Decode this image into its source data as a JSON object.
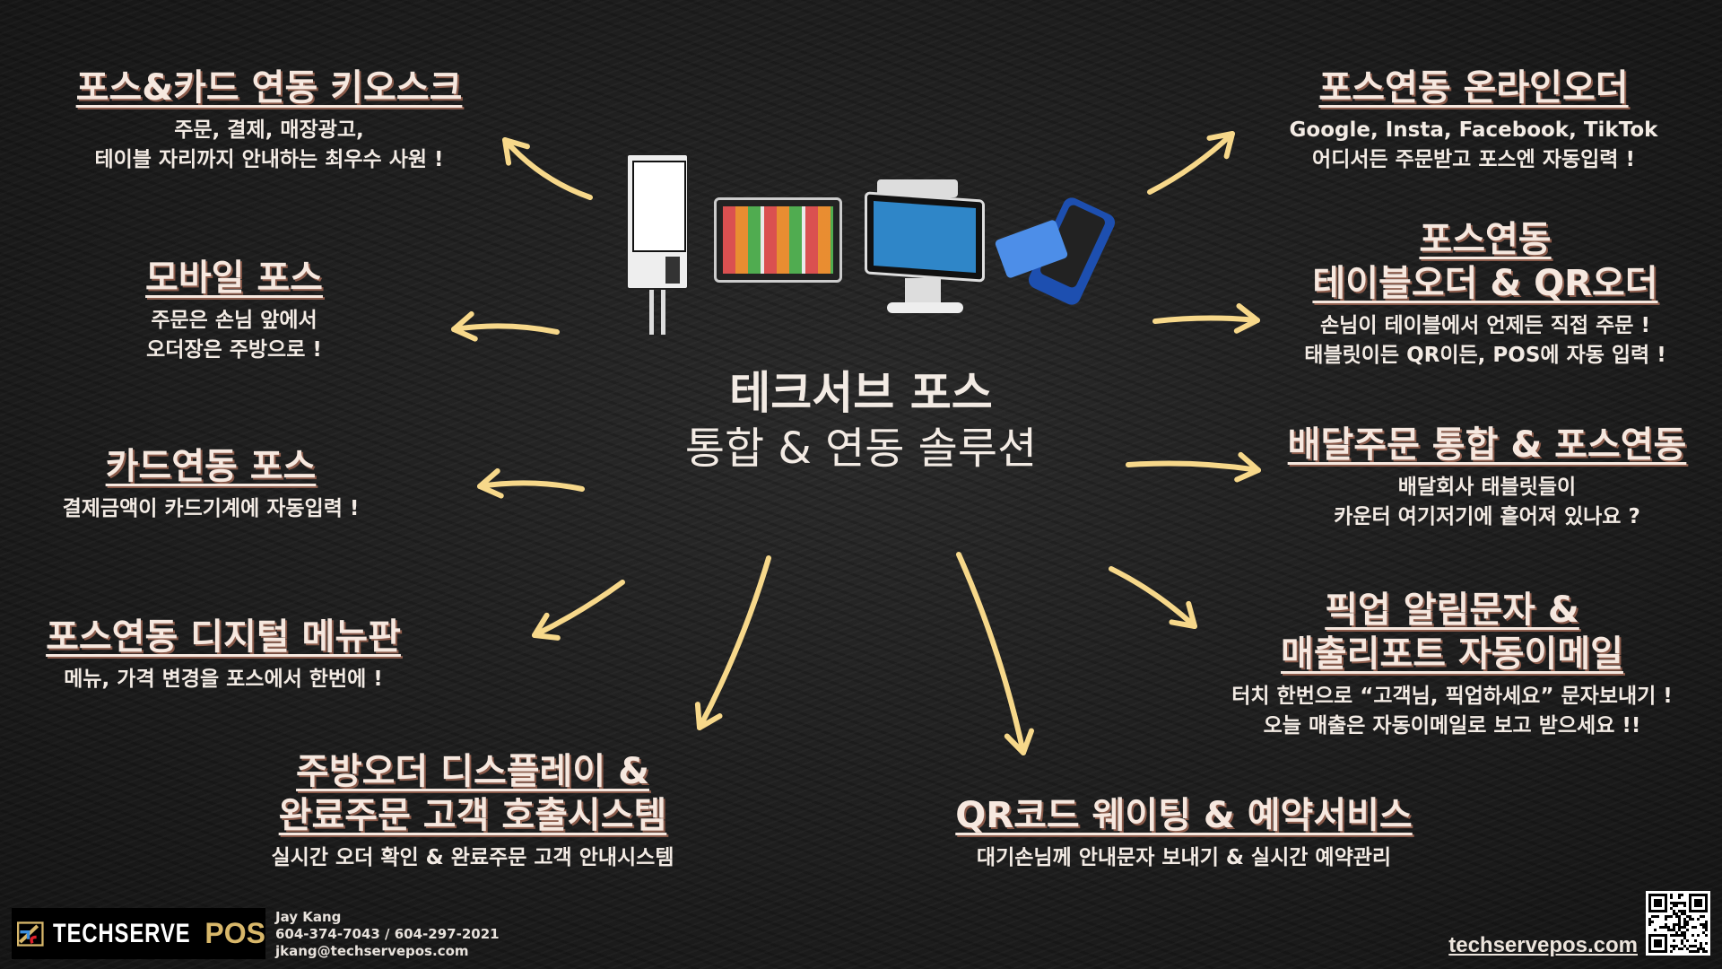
{
  "center": {
    "title": "테크서브 포스",
    "subtitle": "통합 & 연동 솔루션"
  },
  "features": {
    "kiosk": {
      "title": "포스&카드 연동 키오스크",
      "lines": [
        "주문, 결제, 매장광고,",
        "테이블 자리까지 안내하는 최우수 사원 !"
      ]
    },
    "mobile": {
      "title": "모바일 포스",
      "lines": [
        "주문은 손님 앞에서",
        "오더장은 주방으로 !"
      ]
    },
    "card": {
      "title": "카드연동 포스",
      "lines": [
        "결제금액이 카드기계에 자동입력 !"
      ]
    },
    "menu": {
      "title": "포스연동 디지털 메뉴판",
      "lines": [
        "메뉴, 가격 변경을 포스에서 한번에 !"
      ]
    },
    "kitchen": {
      "title1": "주방오더 디스플레이 &",
      "title2": "완료주문 고객 호출시스템",
      "lines": [
        "실시간 오더 확인 & 완료주문 고객 안내시스템"
      ]
    },
    "waiting": {
      "title": "QR코드 웨이팅 & 예약서비스",
      "lines": [
        "대기손님께 안내문자 보내기 & 실시간 예약관리"
      ]
    },
    "pickup": {
      "title1": "픽업 알림문자 &",
      "title2": "매출리포트  자동이메일",
      "lines": [
        "터치 한번으로 “고객님, 픽업하세요” 문자보내기 !",
        "오늘 매출은 자동이메일로 보고 받으세요 !!"
      ]
    },
    "delivery": {
      "title": "배달주문 통합 & 포스연동",
      "lines": [
        "배달회사 태블릿들이",
        "카운터 여기저기에 흩어져 있나요 ?"
      ]
    },
    "tableorder": {
      "title1": "포스연동",
      "title2": "테이블오더 & QR오더",
      "lines": [
        "손님이 테이블에서 언제든 직접 주문 !",
        "태블릿이든 QR이든, POS에 자동 입력 !"
      ]
    },
    "online": {
      "title": "포스연동 온라인오더",
      "lines": [
        "Google, Insta, Facebook, TikTok",
        "어디서든 주문받고 포스엔 자동입력 !"
      ]
    }
  },
  "footer": {
    "logo_text": "TECHSERVE",
    "logo_accent": "POS",
    "name": "Jay Kang",
    "phones": "604-374-7043 / 604-297-2021",
    "email": "jkang@techservepos.com",
    "website": "techservepos.com"
  },
  "colors": {
    "arrow": "#f7d88a",
    "logo_gold": "#d8b76a",
    "text": "#f3ebe4"
  }
}
